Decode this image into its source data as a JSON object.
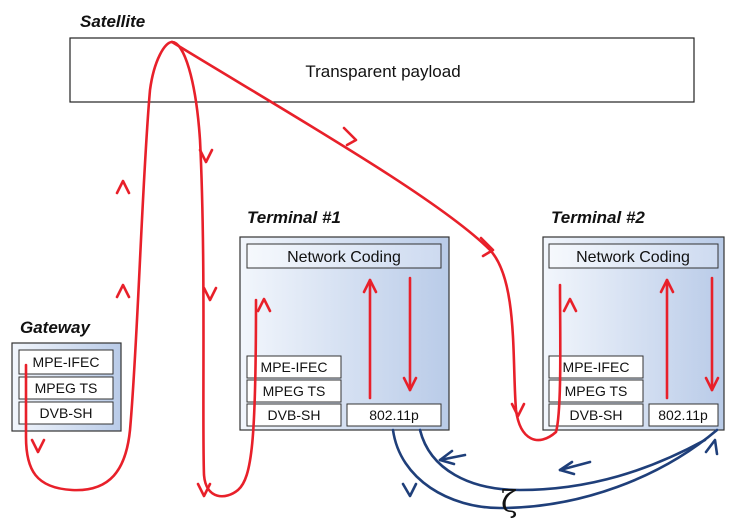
{
  "labels": {
    "satellite": "Satellite",
    "payload": "Transparent payload",
    "gateway": "Gateway",
    "terminal1": "Terminal #1",
    "terminal2": "Terminal #2",
    "zeta": "ζ"
  },
  "gateway_layers": [
    "MPE-IFEC",
    "MPEG TS",
    "DVB-SH"
  ],
  "terminal1": {
    "network_coding": "Network Coding",
    "layers": [
      "MPE-IFEC",
      "MPEG TS",
      "DVB-SH"
    ],
    "link": "802.11p"
  },
  "terminal2": {
    "network_coding": "Network Coding",
    "layers": [
      "MPE-IFEC",
      "MPEG TS",
      "DVB-SH"
    ],
    "link": "802.11p"
  },
  "colors": {
    "satellite_path": "#e8202a",
    "local_link": "#1f3f7a",
    "box_fill": "#c8d6ee",
    "box_stroke": "#333333"
  }
}
